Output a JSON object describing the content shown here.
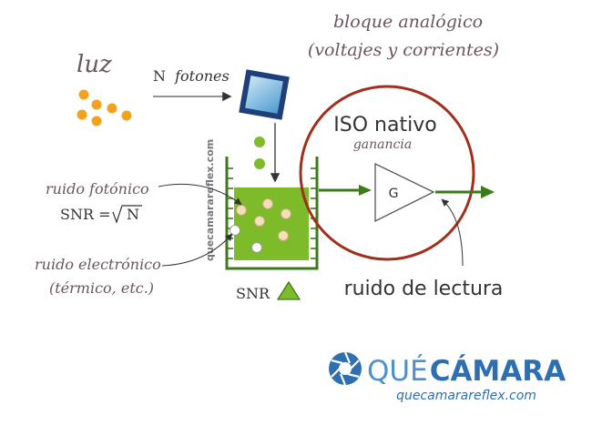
{
  "header": {
    "line1": "bloque analógico",
    "line2": "(voltajes y corrientes)"
  },
  "light": {
    "title": "luz",
    "photons_prefix": "N",
    "photons_word": "fotones"
  },
  "watermark": "quecamarareflex.com",
  "labels": {
    "photon_noise": "ruido fotónico",
    "snr_formula_prefix": "SNR =",
    "snr_formula_radicand": "N",
    "electronic_noise_1": "ruido electrónico",
    "electronic_noise_2": "(térmico, etc.)",
    "snr_up": "SNR",
    "iso_title": "ISO nativo",
    "gain_word": "ganancia",
    "amp_symbol": "G",
    "read_noise": "ruido de lectura"
  },
  "logo": {
    "word1": "QUÉ",
    "word2": "CÁMARA",
    "url": "quecamarareflex.com"
  },
  "colors": {
    "text_gray": "#555555",
    "italic_purple": "#6a5560",
    "photon_orange": "#f2a21c",
    "bucket_green": "#7dbb2a",
    "arrow_green": "#3d7a1a",
    "circle_red": "#a0301c",
    "sensor_navy": "#1f3f7a",
    "logo_blue": "#2d6fb0"
  }
}
